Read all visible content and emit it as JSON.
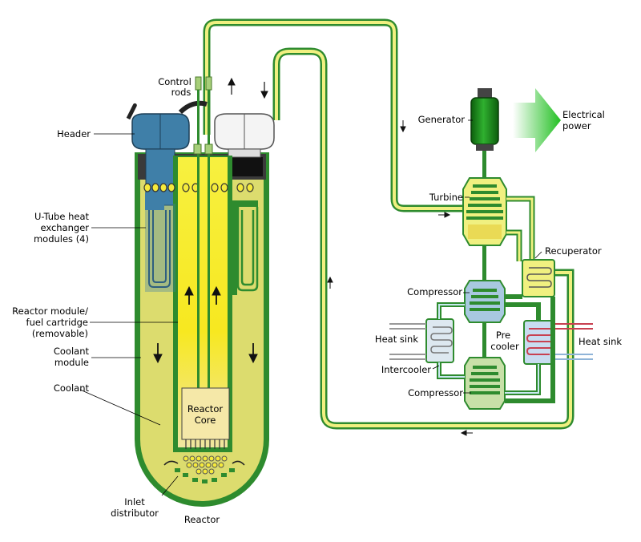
{
  "labels": {
    "control_rods_1": "Control",
    "control_rods_2": "rods",
    "header": "Header",
    "utube_1": "U-Tube heat",
    "utube_2": "exchanger",
    "utube_3": "modules (4)",
    "reactor_module_1": "Reactor module/",
    "reactor_module_2": "fuel cartridge",
    "reactor_module_3": "(removable)",
    "coolant_module_1": "Coolant",
    "coolant_module_2": "module",
    "coolant": "Coolant",
    "reactor_core_1": "Reactor",
    "reactor_core_2": "Core",
    "inlet_1": "Inlet",
    "inlet_2": "distributor",
    "reactor": "Reactor",
    "generator": "Generator",
    "electrical_1": "Electrical",
    "electrical_2": "power",
    "turbine": "Turbine",
    "recuperator": "Recuperator",
    "compressor_top": "Compressor",
    "heat_sink_left": "Heat sink",
    "pre_cooler_1": "Pre",
    "pre_cooler_2": "cooler",
    "heat_sink_right": "Heat sink",
    "intercooler": "Intercooler",
    "compressor_bottom": "Compressor"
  },
  "colors": {
    "vessel_green": "#2e8b2e",
    "coolant_yellow": "#dcdc6e",
    "core_yellow": "#f5ea3c",
    "header_blue": "#3f7fa8",
    "hot_red": "#c84050",
    "cold_blue": "#8fb4d8",
    "arrow_green": "#3fbf3f"
  }
}
